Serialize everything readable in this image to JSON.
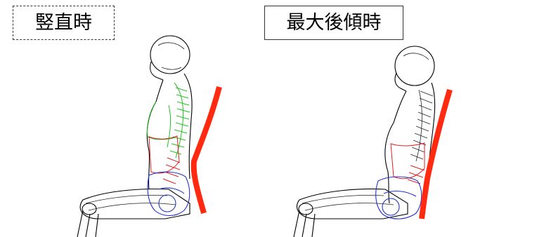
{
  "panels": [
    {
      "label": "竪直時",
      "label_border": "dashed",
      "spine_color": "#22c022",
      "backrest_color": "#ff2a10"
    },
    {
      "label": "最大後傾時",
      "label_border": "solid",
      "spine_color": "#000000",
      "backrest_color": "#ff2a10"
    }
  ]
}
